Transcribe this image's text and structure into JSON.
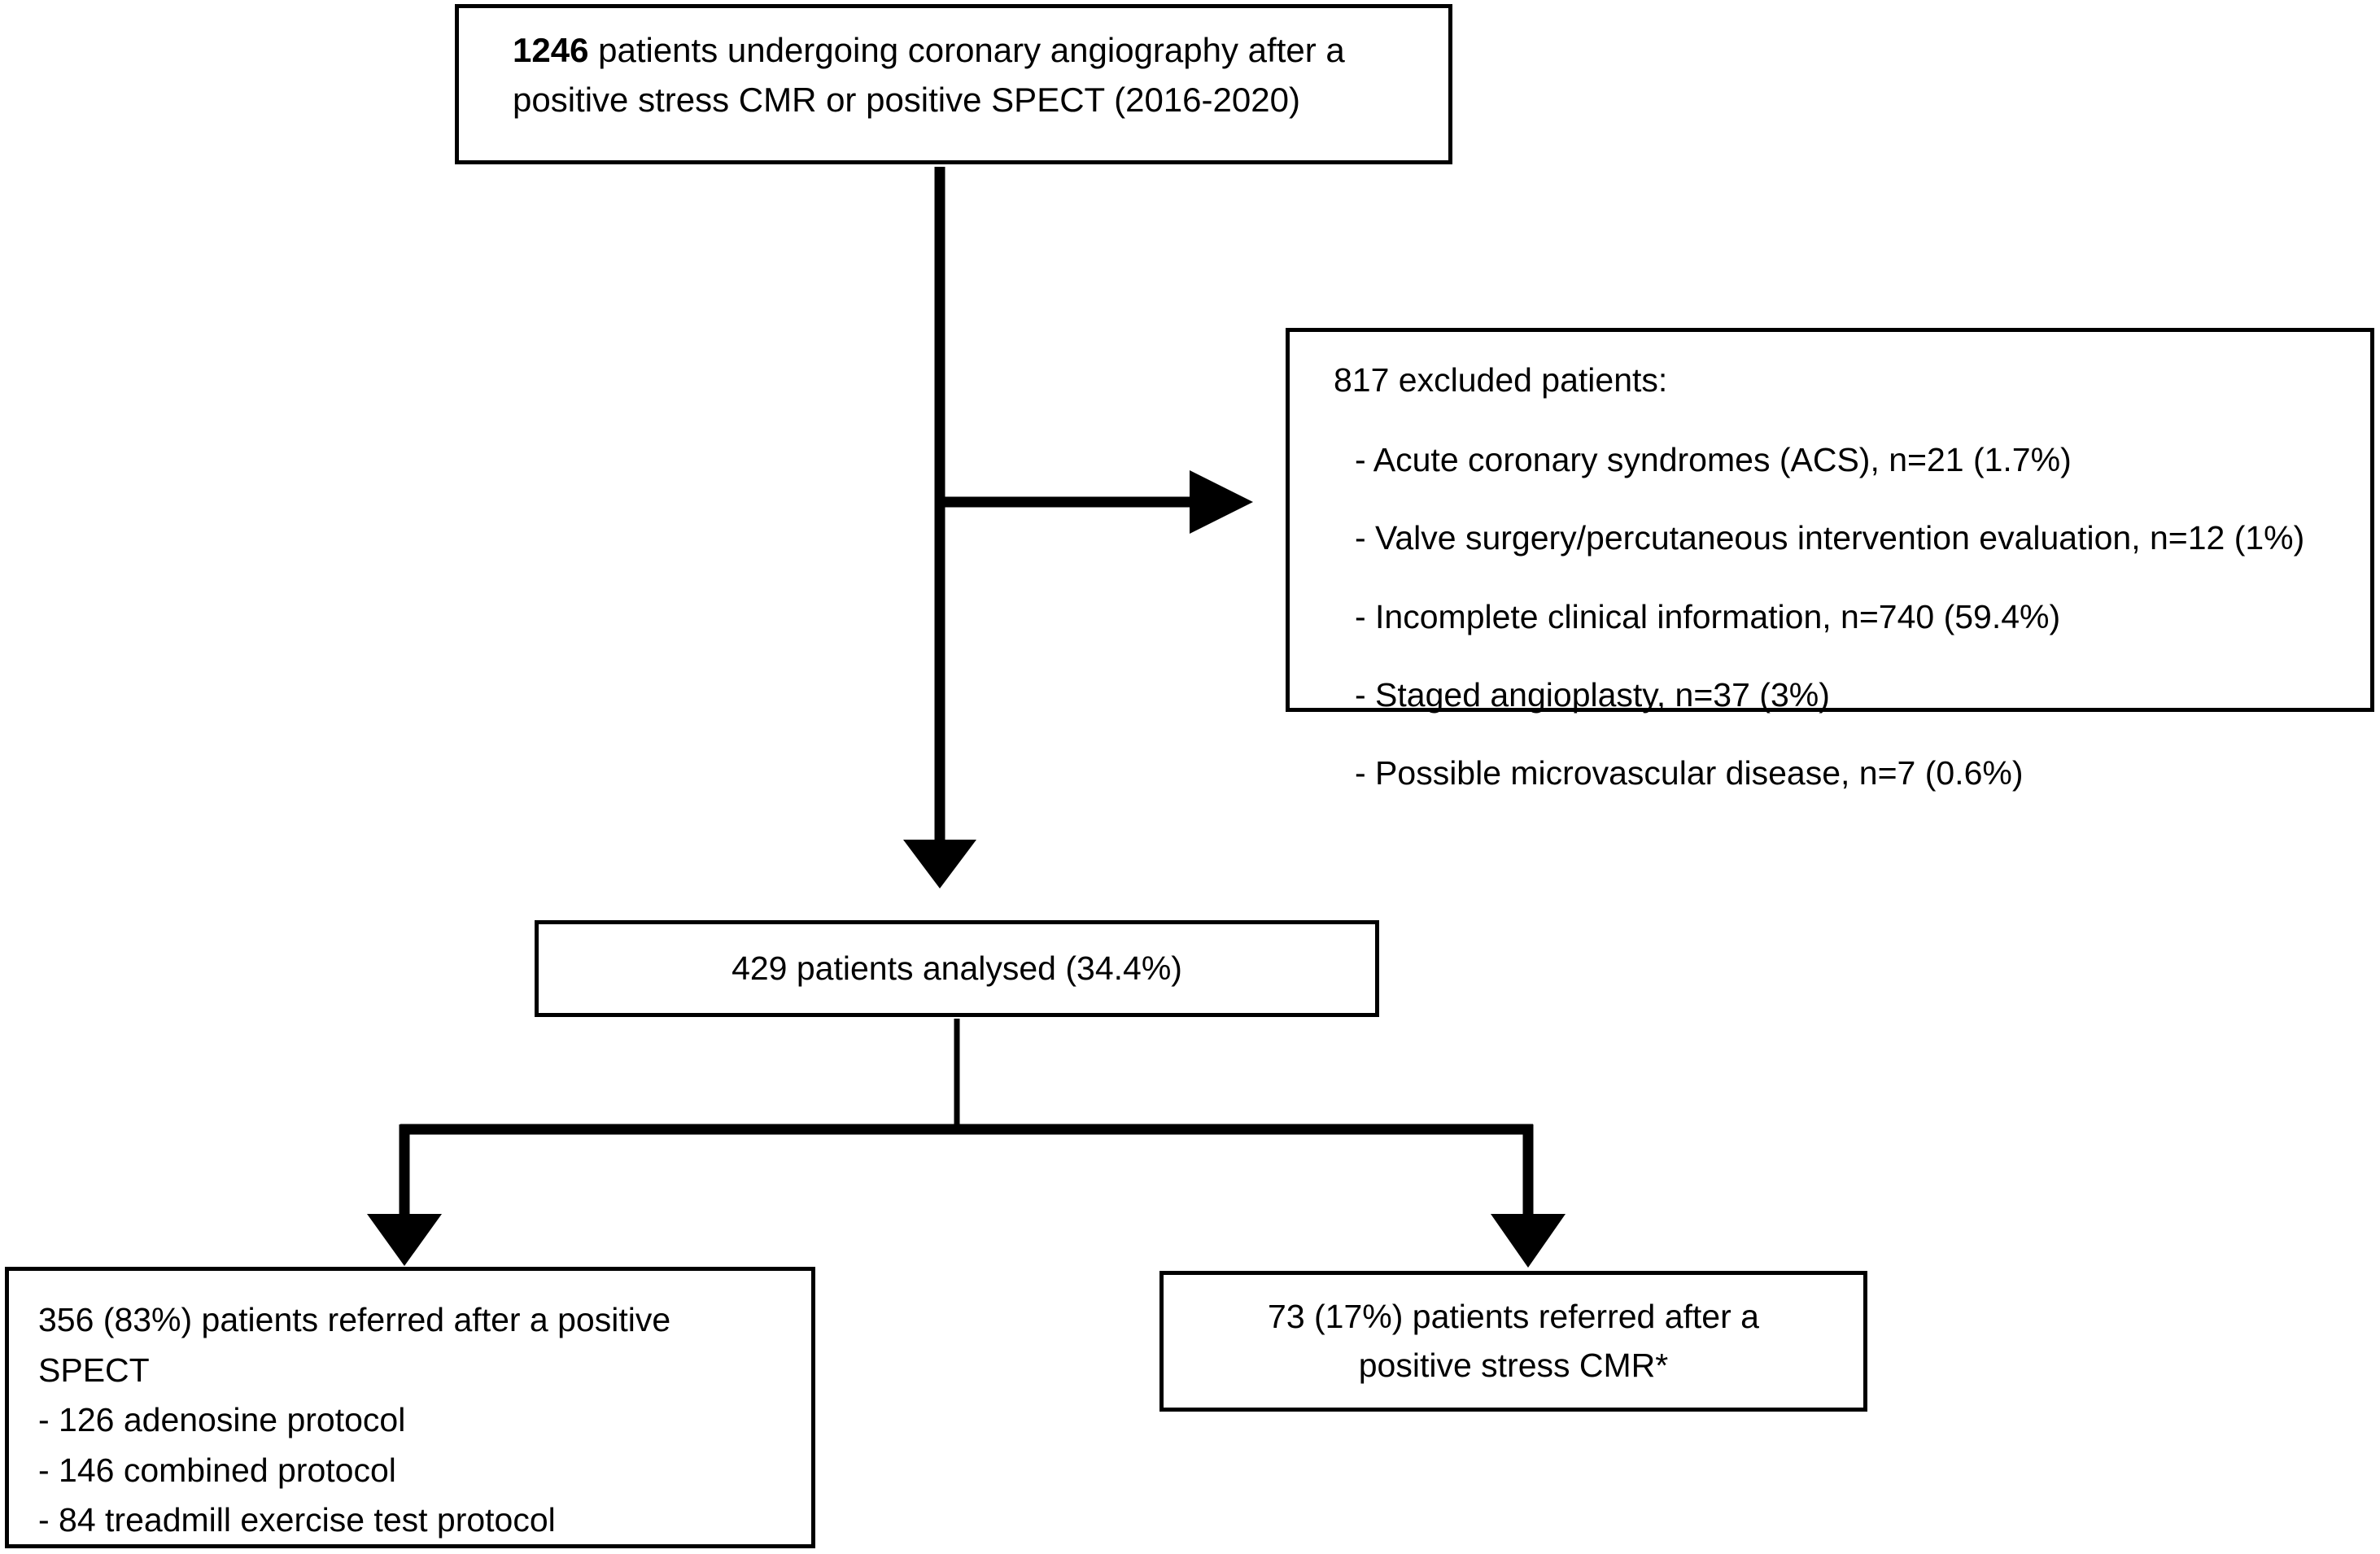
{
  "figure": {
    "type": "flowchart",
    "orientation": "top-down",
    "background_color": "#ffffff",
    "line_color": "#000000",
    "text_color": "#000000"
  },
  "nodes": {
    "cohort": {
      "name": "cohort-box",
      "lead_number": "1246",
      "line1_rest": " patients undergoing coronary angiography after a",
      "line2": "positive stress CMR or positive SPECT (2016-2020)",
      "count": 1246,
      "years": "2016-2020"
    },
    "excluded": {
      "name": "excluded-box",
      "heading": "817 excluded patients:",
      "count": 817,
      "items": [
        "- Acute coronary syndromes (ACS), n=21 (1.7%)",
        "- Valve surgery/percutaneous intervention evaluation, n=12 (1%)",
        "- Incomplete clinical information, n=740 (59.4%)",
        "- Staged angioplasty, n=37 (3%)",
        "- Possible microvascular disease, n=7 (0.6%)"
      ],
      "item_values": [
        {
          "reason": "Acute coronary syndromes (ACS)",
          "n": 21,
          "percent": 1.7
        },
        {
          "reason": "Valve surgery/percutaneous intervention evaluation",
          "n": 12,
          "percent": 1
        },
        {
          "reason": "Incomplete clinical information",
          "n": 740,
          "percent": 59.4
        },
        {
          "reason": "Staged angioplasty",
          "n": 37,
          "percent": 3
        },
        {
          "reason": "Possible microvascular disease",
          "n": 7,
          "percent": 0.6
        }
      ]
    },
    "analysed": {
      "name": "analysed-box",
      "text": "429 patients analysed (34.4%)",
      "count": 429,
      "percent": 34.4
    },
    "spect": {
      "name": "spect-branch-box",
      "line1": "356 (83%) patients referred after a positive",
      "line2": "SPECT",
      "protocols": [
        "- 126 adenosine protocol",
        "- 146 combined protocol",
        "- 84 treadmill exercise test protocol"
      ],
      "count": 356,
      "percent": 83,
      "protocol_values": [
        {
          "label": "adenosine protocol",
          "n": 126
        },
        {
          "label": "combined protocol",
          "n": 146
        },
        {
          "label": "treadmill exercise test protocol",
          "n": 84
        }
      ]
    },
    "cmr": {
      "name": "cmr-branch-box",
      "line1": "73 (17%) patients referred after a",
      "line2": "positive stress CMR*",
      "count": 73,
      "percent": 17,
      "footnote_marker": "*"
    }
  },
  "connectors": [
    {
      "name": "cohort-to-analysed-trunk",
      "kind": "arrow",
      "direction": "down",
      "from": "cohort",
      "to": "analysed"
    },
    {
      "name": "trunk-to-excluded-branch",
      "kind": "arrow",
      "direction": "right",
      "from": "cohort-trunk",
      "to": "excluded"
    },
    {
      "name": "analysed-to-spect-branch",
      "kind": "arrow",
      "direction": "down",
      "from": "analysed",
      "to": "spect"
    },
    {
      "name": "analysed-to-cmr-branch",
      "kind": "arrow",
      "direction": "down",
      "from": "analysed",
      "to": "cmr"
    }
  ]
}
